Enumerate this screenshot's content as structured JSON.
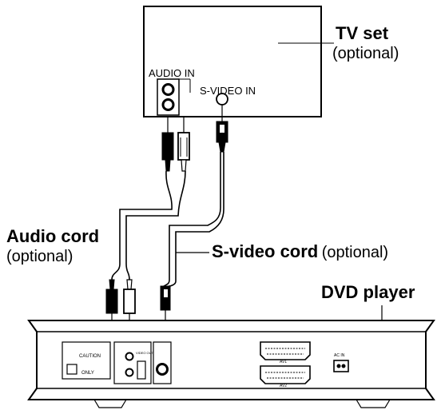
{
  "tv": {
    "name": "TV set",
    "note": "(optional)",
    "audio_in": "AUDIO IN",
    "svideo_in": "S-VIDEO IN"
  },
  "audio_cord": {
    "name": "Audio cord",
    "note": "(optional)"
  },
  "svideo_cord": {
    "name": "S-video cord",
    "note": "(optional)"
  },
  "player": {
    "name": "DVD player",
    "panel_caution": "CAUTION",
    "panel_only": "ONLY",
    "port_av1": "AV1",
    "port_av2": "AV2",
    "port_ac": "AC IN",
    "port_video": "VIDEO OUT"
  }
}
